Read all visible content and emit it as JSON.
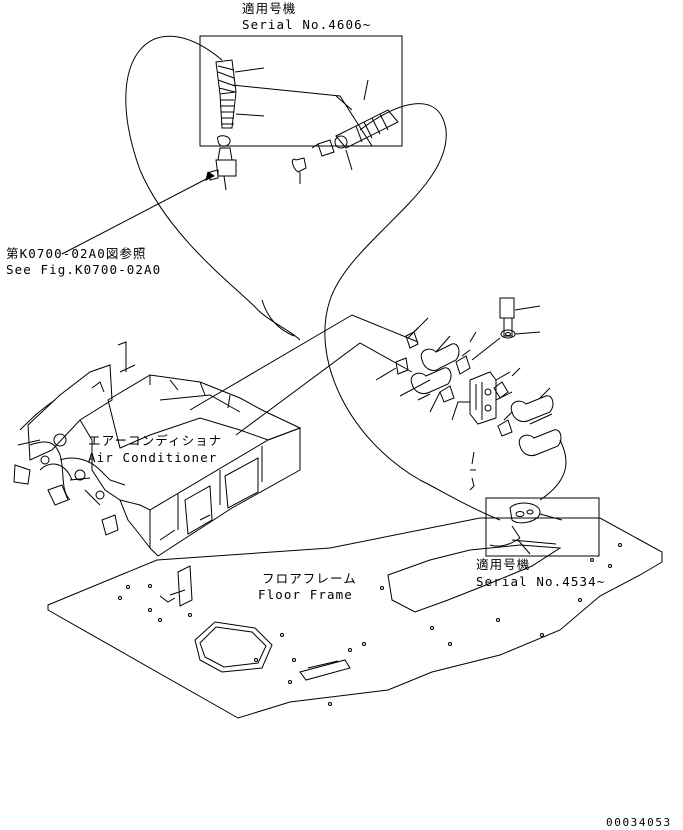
{
  "labels": {
    "serial_top_jp": "適用号機",
    "serial_top_en": "Serial No.4606~",
    "figref_jp": "第K0700-02A0図参照",
    "figref_en": "See Fig.K0700-02A0",
    "aircon_jp": "エアーコンディショナ",
    "aircon_en": "Air Conditioner",
    "floor_jp": "フロアフレーム",
    "floor_en": "Floor Frame",
    "serial_bottom_jp": "適用号機",
    "serial_bottom_en": "Serial No.4534~",
    "drawing_number": "00034053"
  },
  "colors": {
    "line": "#000000",
    "background": "#ffffff"
  }
}
